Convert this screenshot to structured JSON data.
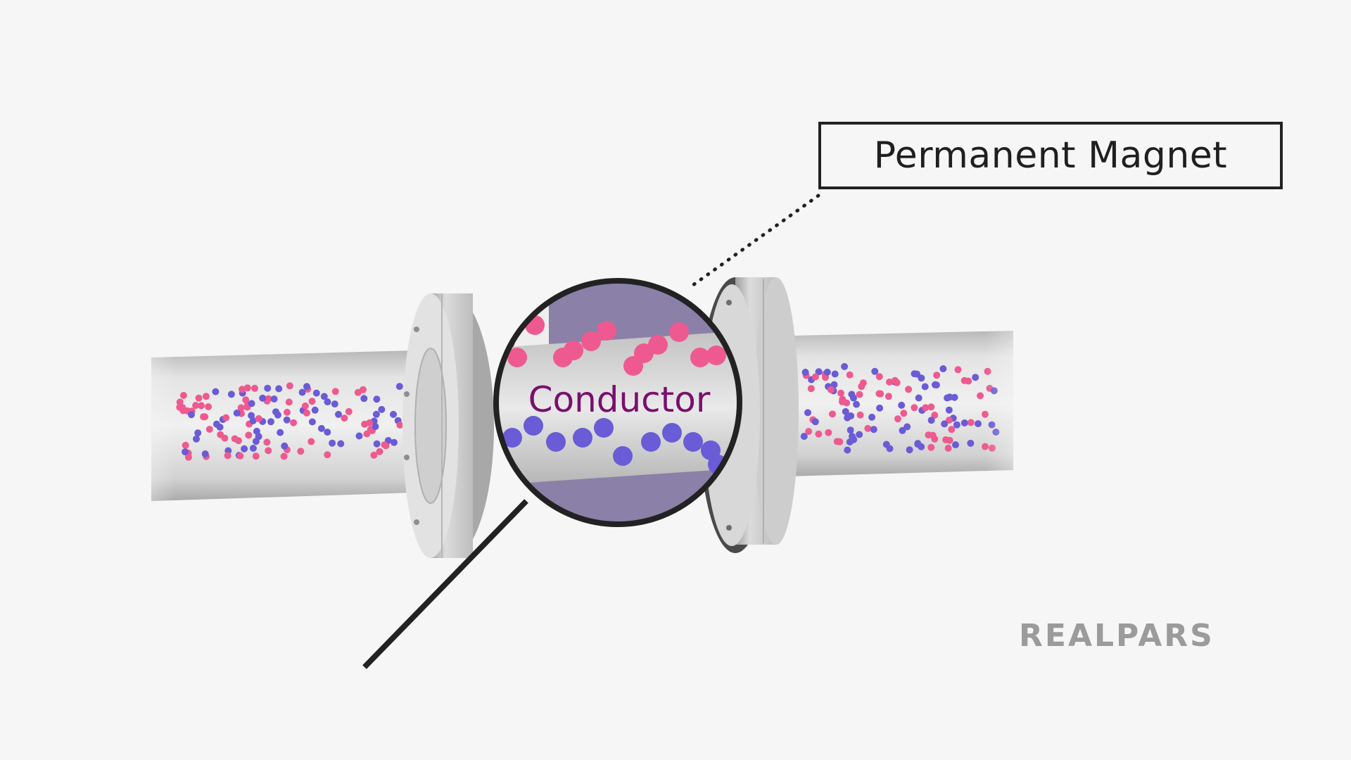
{
  "diagram": {
    "callout_label": "Permanent Magnet",
    "magnifier_label": "Conductor",
    "logo_text": "REALPARS"
  },
  "colors": {
    "background": "#f6f6f6",
    "pipe": "#cfcfcf",
    "flange": "#d6d6d6",
    "magnet_region": "#8a80a8",
    "positive_particle": "#ee5a8f",
    "negative_particle": "#6a5bd6",
    "conductor_text": "#7a0f6e",
    "outline": "#222222",
    "logo": "#9b9b9b"
  }
}
